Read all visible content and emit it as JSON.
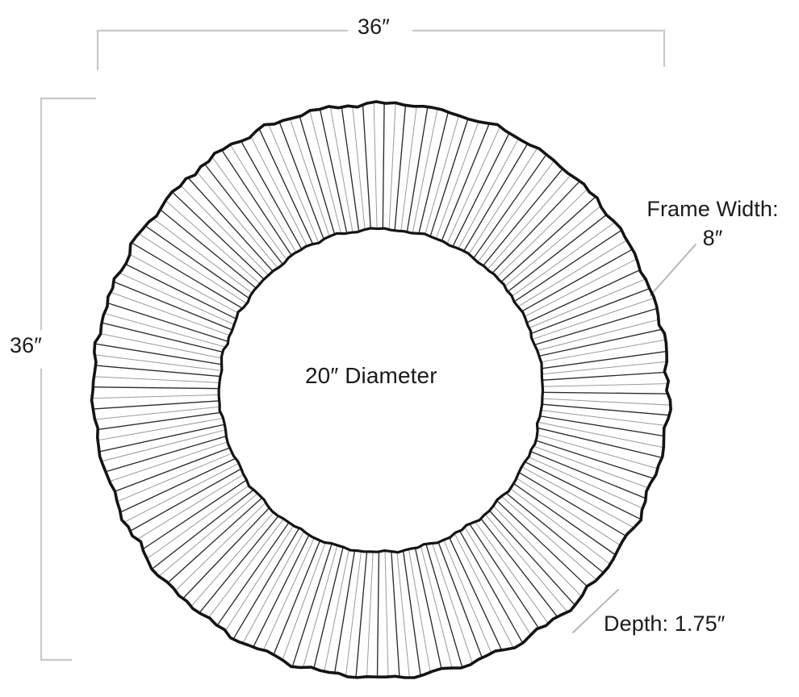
{
  "drawing": {
    "title": "Round Sunburst Mirror Dimension Diagram",
    "background_color": "#ffffff",
    "line_color": "#1b1b1b",
    "dimension_line_color": "#c9c9c9",
    "leader_line_color": "#b0b0b0"
  },
  "labels": {
    "overall_width": "36″",
    "overall_height": "36″",
    "center_diameter": "20″ Diameter",
    "frame_width_title": "Frame Width:",
    "frame_width_value": "8″",
    "depth": "Depth: 1.75″"
  },
  "chart_data": {
    "type": "diagram",
    "title": "Round Sunburst Mirror Dimension Diagram",
    "shape": "annulus",
    "measurements": [
      {
        "name": "overall_width",
        "label": "36″",
        "value": 36,
        "unit": "in",
        "placement": "top"
      },
      {
        "name": "overall_height",
        "label": "36″",
        "value": 36,
        "unit": "in",
        "placement": "left"
      },
      {
        "name": "mirror_diameter",
        "label": "20″ Diameter",
        "value": 20,
        "unit": "in",
        "placement": "center"
      },
      {
        "name": "frame_width",
        "label": "8″",
        "value": 8,
        "unit": "in",
        "placement": "right"
      },
      {
        "name": "depth",
        "label": "1.75″",
        "value": 1.75,
        "unit": "in",
        "placement": "bottom-right"
      }
    ],
    "geometry": {
      "center": [
        472,
        484
      ],
      "outer_radius_px": 356,
      "inner_radius_px": 200,
      "radial_spokes": 168
    }
  }
}
